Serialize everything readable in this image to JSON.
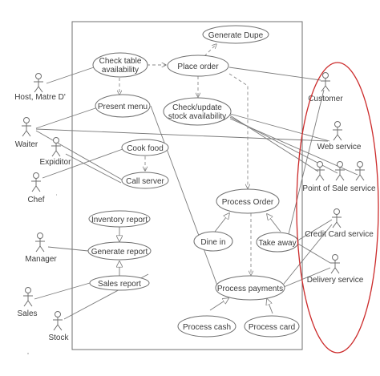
{
  "diagram": {
    "system_boundary": true,
    "highlight_color": "#cc2b2b",
    "use_cases": [
      {
        "id": "generate-dupe",
        "label": [
          "Generate Dupe"
        ]
      },
      {
        "id": "check-table",
        "label": [
          "Check table",
          "availability"
        ]
      },
      {
        "id": "place-order",
        "label": [
          "Place order"
        ]
      },
      {
        "id": "present-menu",
        "label": [
          "Present menu"
        ]
      },
      {
        "id": "check-stock",
        "label": [
          "Check/update",
          "stock availability"
        ]
      },
      {
        "id": "cook-food",
        "label": [
          "Cook food"
        ]
      },
      {
        "id": "call-server",
        "label": [
          "Call server"
        ]
      },
      {
        "id": "process-order",
        "label": [
          "Process Order"
        ]
      },
      {
        "id": "inventory-report",
        "label": [
          "Inventory report"
        ]
      },
      {
        "id": "generate-report",
        "label": [
          "Generate report"
        ]
      },
      {
        "id": "dine-in",
        "label": [
          "Dine in"
        ]
      },
      {
        "id": "take-away",
        "label": [
          "Take away"
        ]
      },
      {
        "id": "sales-report",
        "label": [
          "Sales report"
        ]
      },
      {
        "id": "process-payments",
        "label": [
          "Process payments"
        ]
      },
      {
        "id": "process-cash",
        "label": [
          "Process cash"
        ]
      },
      {
        "id": "process-card",
        "label": [
          "Process card"
        ]
      }
    ],
    "actors": [
      {
        "id": "host",
        "label": "Host, Matre D'"
      },
      {
        "id": "waiter",
        "label": "Waiter"
      },
      {
        "id": "expiditor",
        "label": "Expiditor"
      },
      {
        "id": "chef",
        "label": "Chef"
      },
      {
        "id": "manager",
        "label": "Manager"
      },
      {
        "id": "sales",
        "label": "Sales"
      },
      {
        "id": "stock",
        "label": "Stock"
      },
      {
        "id": "customer",
        "label": "Customer"
      },
      {
        "id": "web-service",
        "label": "Web service"
      },
      {
        "id": "pos-service",
        "label": "Point of Sale service"
      },
      {
        "id": "credit-card-service",
        "label": "Credit Card service"
      },
      {
        "id": "delivery-service",
        "label": "Delivery service"
      }
    ]
  }
}
